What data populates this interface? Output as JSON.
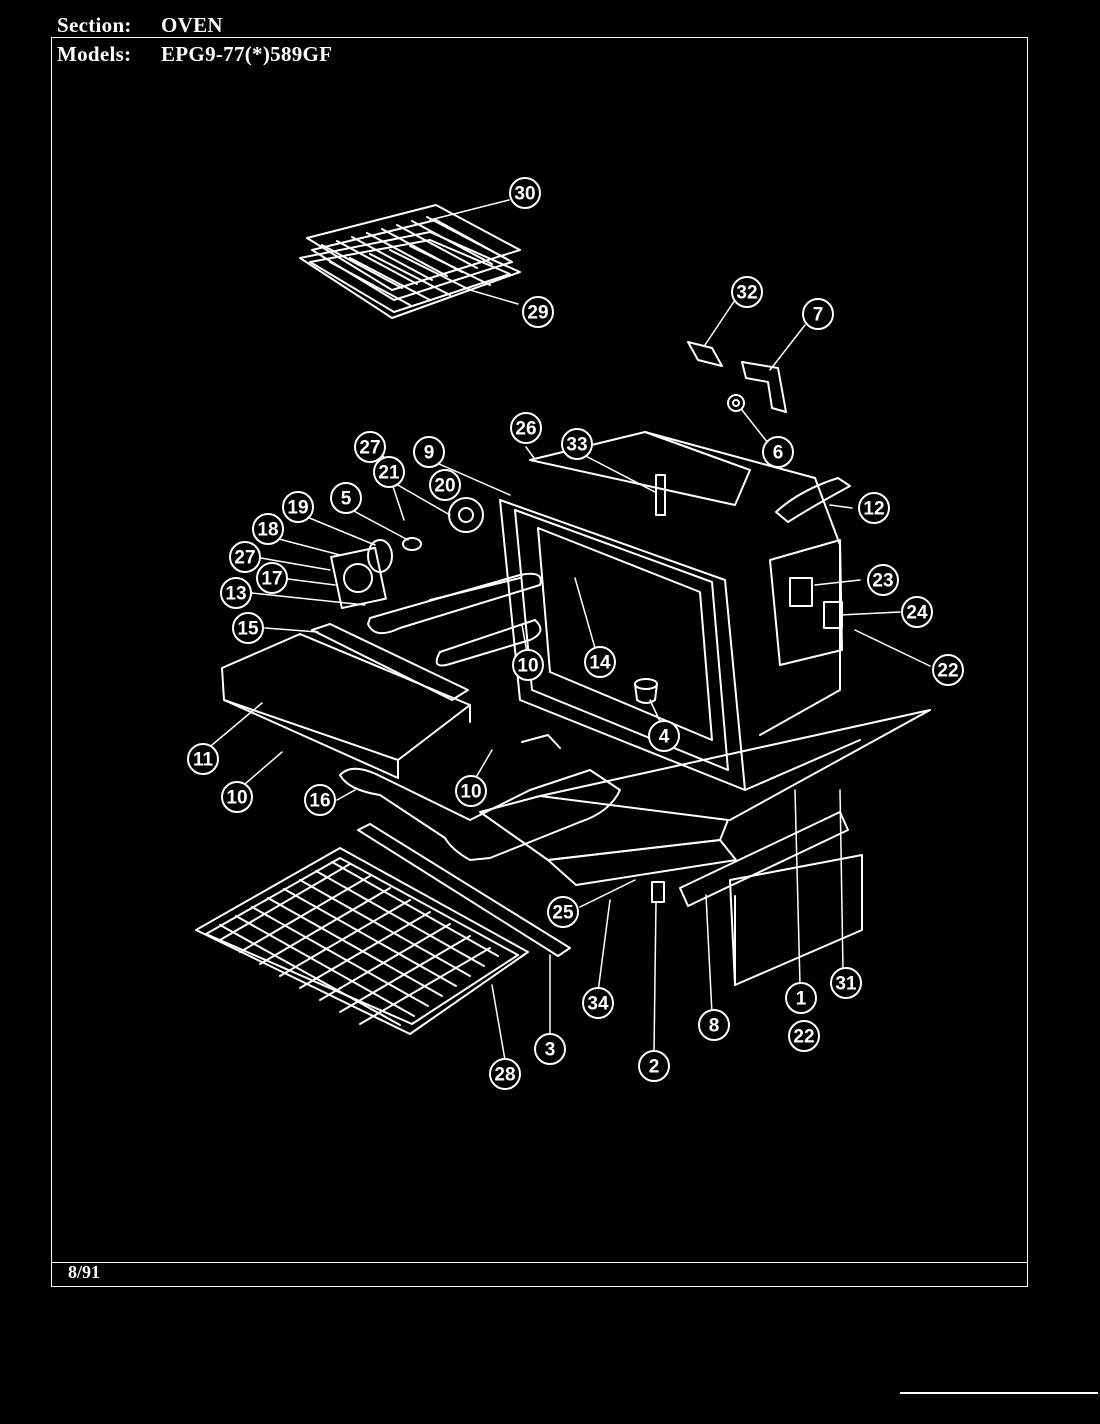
{
  "header": {
    "section_label": "Section:",
    "section_value": "OVEN",
    "models_label": "Models:",
    "models_value": "EPG9-77(*)589GF"
  },
  "footer": {
    "date": "8/91"
  },
  "callouts": [
    "30",
    "29",
    "32",
    "7",
    "6",
    "26",
    "33",
    "9",
    "27",
    "21",
    "20",
    "5",
    "19",
    "18",
    "27",
    "17",
    "13",
    "15",
    "12",
    "23",
    "24",
    "22",
    "10",
    "14",
    "4",
    "11",
    "10",
    "16",
    "10",
    "25",
    "34",
    "8",
    "1",
    "22",
    "31",
    "3",
    "2",
    "28"
  ]
}
